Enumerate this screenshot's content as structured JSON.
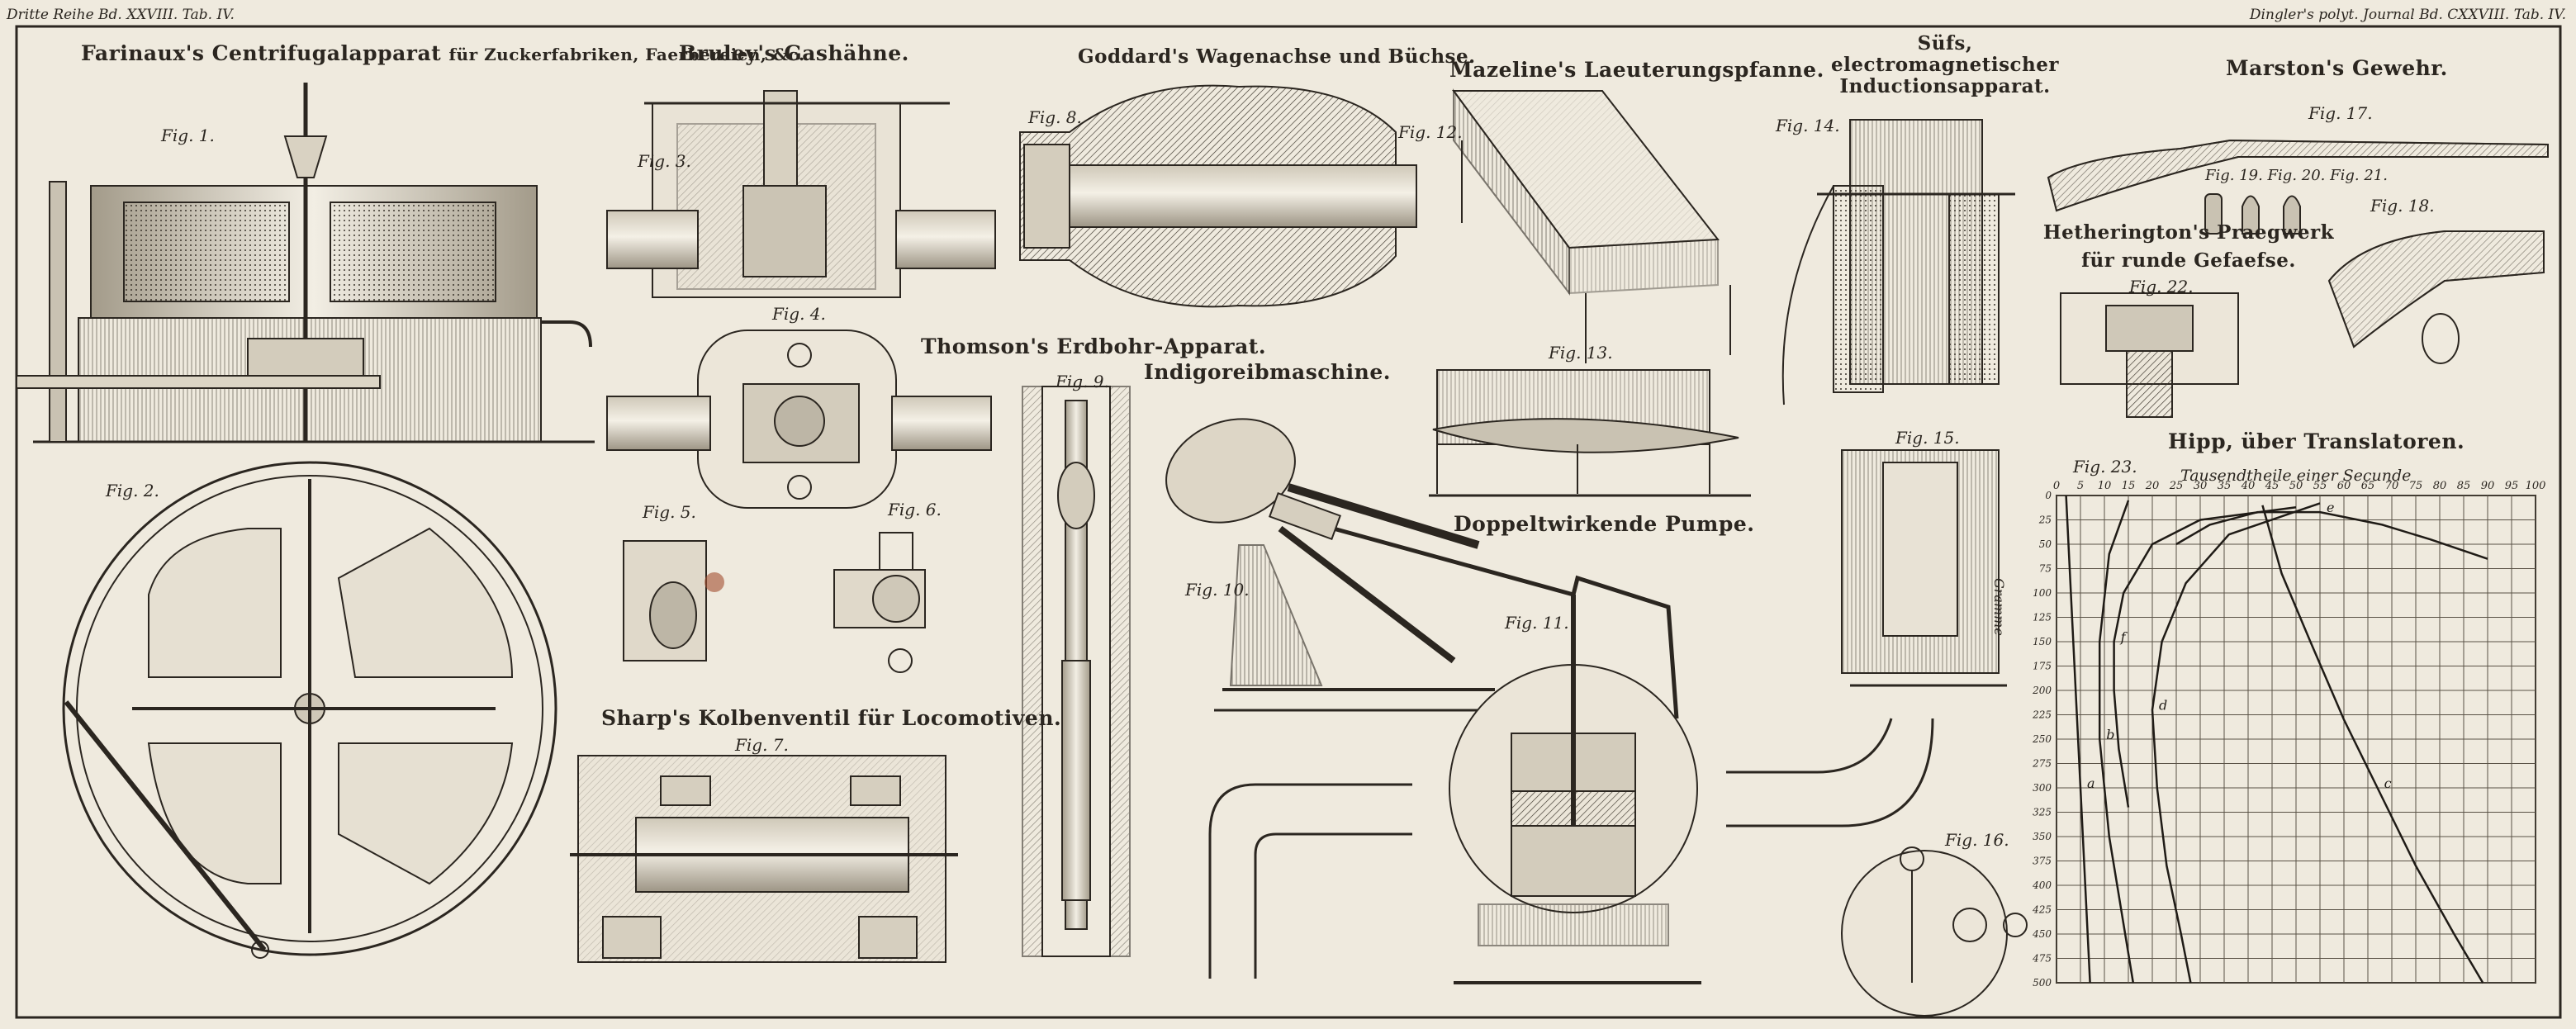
{
  "header": {
    "left": "Dritte Reihe Bd. XXVIII. Tab. IV.",
    "right": "Dingler's polyt. Journal Bd. CXXVIII. Tab. IV."
  },
  "titles": {
    "farinaux": "Farinaux's Centrifugalapparat",
    "farinaux_sub": "für Zuckerfabriken, Faerbereien, &c.",
    "bruley": "Bruley's Gashähne.",
    "goddard": "Goddard's Wagenachse und Büchse.",
    "mazeline": "Mazeline's Laeuterungspfanne.",
    "suess": "Süfs, electromagnetischer Inductionsapparat.",
    "marston": "Marston's Gewehr.",
    "thomson": "Thomson's Erdbohr-Apparat.",
    "indigo": "Indigoreibmaschine.",
    "hetherington": "Hetherington's Praegwerk für runde Gefaefse.",
    "pumpe": "Doppeltwirkende Pumpe.",
    "sharp": "Sharp's Kolbenventil für Locomotiven.",
    "hipp": "Hipp, über Translatoren."
  },
  "figs": {
    "f1": "Fig. 1.",
    "f2": "Fig. 2.",
    "f3": "Fig. 3.",
    "f4": "Fig. 4.",
    "f5": "Fig. 5.",
    "f6": "Fig. 6.",
    "f7": "Fig. 7.",
    "f8": "Fig. 8.",
    "f9": "Fig. 9.",
    "f10": "Fig. 10.",
    "f11": "Fig. 11.",
    "f12": "Fig. 12.",
    "f13": "Fig. 13.",
    "f14": "Fig. 14.",
    "f15": "Fig. 15.",
    "f16": "Fig. 16.",
    "f17": "Fig. 17.",
    "f18": "Fig. 18.",
    "f19_21": "Fig. 19. Fig. 20. Fig. 21.",
    "f22": "Fig. 22.",
    "f23": "Fig. 23."
  },
  "chart_data": {
    "type": "line",
    "title": "Hipp, über Translatoren.",
    "xlabel": "Tausendtheile einer Secunde",
    "ylabel": "Gramme",
    "x_ticks": [
      0,
      5,
      10,
      15,
      20,
      25,
      30,
      35,
      40,
      45,
      50,
      55,
      60,
      65,
      70,
      75,
      80,
      85,
      90,
      95,
      100
    ],
    "y_ticks": [
      0,
      25,
      50,
      75,
      100,
      125,
      150,
      175,
      200,
      225,
      250,
      275,
      300,
      325,
      350,
      375,
      400,
      425,
      450,
      475,
      500
    ],
    "xlim": [
      0,
      100
    ],
    "ylim": [
      0,
      500
    ],
    "y_inverted": true,
    "grid": true,
    "series": [
      {
        "name": "a",
        "points": [
          [
            2,
            0
          ],
          [
            3,
            100
          ],
          [
            4,
            200
          ],
          [
            5,
            300
          ],
          [
            6,
            400
          ],
          [
            7,
            500
          ]
        ]
      },
      {
        "name": "b",
        "points": [
          [
            15,
            5
          ],
          [
            11,
            60
          ],
          [
            9,
            150
          ],
          [
            9,
            250
          ],
          [
            11,
            350
          ],
          [
            14,
            440
          ],
          [
            16,
            500
          ]
        ]
      },
      {
        "name": "c",
        "points": [
          [
            43,
            10
          ],
          [
            47,
            80
          ],
          [
            53,
            150
          ],
          [
            60,
            230
          ],
          [
            67,
            300
          ],
          [
            75,
            380
          ],
          [
            83,
            450
          ],
          [
            89,
            500
          ]
        ]
      },
      {
        "name": "d",
        "points": [
          [
            55,
            8
          ],
          [
            36,
            40
          ],
          [
            27,
            90
          ],
          [
            22,
            150
          ],
          [
            20,
            220
          ],
          [
            21,
            300
          ],
          [
            23,
            380
          ],
          [
            26,
            450
          ],
          [
            28,
            500
          ]
        ]
      },
      {
        "name": "e",
        "points": [
          [
            25,
            50
          ],
          [
            32,
            30
          ],
          [
            42,
            17
          ],
          [
            55,
            17
          ],
          [
            68,
            30
          ],
          [
            78,
            45
          ],
          [
            90,
            65
          ]
        ]
      },
      {
        "name": "f",
        "points": [
          [
            50,
            12
          ],
          [
            30,
            25
          ],
          [
            20,
            50
          ],
          [
            14,
            100
          ],
          [
            12,
            150
          ],
          [
            12,
            200
          ],
          [
            13,
            260
          ],
          [
            15,
            320
          ]
        ]
      }
    ]
  }
}
